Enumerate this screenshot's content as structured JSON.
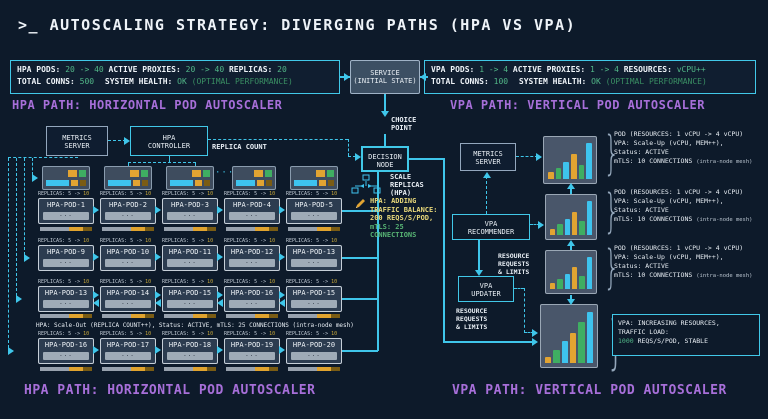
{
  "title": ">_ AUTOSCALING STRATEGY: DIVERGING PATHS (HPA VS VPA)",
  "colors": {
    "accent_cyan": "#3fc6ea",
    "purple": "#a76fd9",
    "green": "#52b788",
    "orange": "#e2a432",
    "yellow": "#e8d87a"
  },
  "headers": {
    "hpa_top": "HPA PATH: HORIZONTAL POD AUTOSCALER",
    "vpa_top": "VPA PATH: VERTICAL POD AUTOSCALER",
    "hpa_bottom": "HPA PATH: HORIZONTAL POD AUTOSCALER",
    "vpa_bottom": "VPA PATH: VERTICAL POD AUTOSCALER"
  },
  "hpa_status": {
    "pods_label": "HPA PODS:",
    "pods_value": "20 -> 40",
    "proxies_label": "ACTIVE PROXIES:",
    "proxies_value": "20 -> 40",
    "replicas_label": "REPLICAS:",
    "replicas_value": "20",
    "conns_label": "TOTAL CONNS:",
    "conns_value": "500",
    "health_label": "SYSTEM HEALTH:",
    "health_value": "OK",
    "health_note": "(OPTIMAL PERFORMANCE)"
  },
  "vpa_status": {
    "pods_label": "VPA PODS:",
    "pods_value": "1 -> 4",
    "proxies_label": "ACTIVE PROXIES:",
    "proxies_value": "1 -> 4",
    "resources_label": "RESOURCES:",
    "resources_value": "vCPU++",
    "conns_label": "TOTAL CONNS:",
    "conns_value": "100",
    "health_label": "SYSTEM HEALTH:",
    "health_value": "OK",
    "health_note": "(OPTIMAL PERFORMANCE)"
  },
  "service_box": {
    "l1": "SERVICE",
    "l2": "(INITIAL STATE)"
  },
  "hpa_flow": {
    "metrics_l1": "METRICS",
    "metrics_l2": "SERVER",
    "controller_l1": "HPA",
    "controller_l2": "CONTROLLER",
    "replica_count": "REPLICA COUNT"
  },
  "center": {
    "choice_l1": "CHOICE",
    "choice_l2": "POINT",
    "decision_l1": "DECISION",
    "decision_l2": "NODE",
    "scale_l1": "SCALE",
    "scale_l2": "REPLICAS",
    "scale_l3": "(HPA)",
    "note_l1": "HPA: ADDING",
    "note_l2": "TRAFFIC BALANCE:",
    "note_l3": "200 REQS/S/POD,",
    "note_l4": "mTLS: 25",
    "note_l5": "CONNECTIONS"
  },
  "hpa_grid": {
    "replicas_prefix": "REPLICAS: 5 ->",
    "replicas_value": "10",
    "dots": "...",
    "ellipsis": "···",
    "summary": "HPA: Scale-Out (REPLICA COUNT++), Status: ACTIVE, mTLS: 25 CONNECTIONS (intra-node mesh)",
    "rows": [
      [
        "HPA-POD-1",
        "HPA-POD-2",
        "HPA-POD-3",
        "HPA-POD-4",
        "HPA-POD-5"
      ],
      [
        "HPA-POD-9",
        "HPA-POD-10",
        "HPA-POD-11",
        "HPA-POD-12",
        "HPA-POD-13"
      ],
      [
        "HPA-POD-13",
        "HPA-POD-14",
        "HPA-POD-15",
        "HPA-POD-16",
        "HPA-POD-15"
      ],
      [
        "HPA-POD-16",
        "HPA-POD-17",
        "HPA-POD-18",
        "HPA-POD-19",
        "HPA-POD-20"
      ]
    ]
  },
  "vpa_flow": {
    "metrics_l1": "METRICS",
    "metrics_l2": "SERVER",
    "recommender_l1": "VPA",
    "recommender_l2": "RECOMMENDER",
    "updater_l1": "VPA",
    "updater_l2": "UPDATER",
    "resource_l1": "RESOURCE",
    "resource_l2": "REQUESTS",
    "resource_l3": "& LIMITS"
  },
  "vpa_pod_info": {
    "l1": "POD (RESOURCES: 1 vCPU -> 4 vCPU)",
    "l2": "VPA: Scale-Up (vCPU, MEM++),",
    "l3": "Status: ACTIVE",
    "l4": "mTLS: 10 CONNECTIONS",
    "l4_note": "(intra-node mesh)"
  },
  "vpa_result_box": {
    "l1": "VPA: INCREASING RESOURCES,",
    "l2": "TRAFFIC LOAD:",
    "l3_value": "1000",
    "l3_rest": " REQS/S/POD, STABLE"
  },
  "bar_charts": {
    "small": [
      {
        "h": 18,
        "c": "#e2a432"
      },
      {
        "h": 30,
        "c": "#3fae62"
      },
      {
        "h": 45,
        "c": "#3ec3ee"
      },
      {
        "h": 65,
        "c": "#e2a432"
      },
      {
        "h": 38,
        "c": "#3fae62"
      },
      {
        "h": 95,
        "c": "#3ec3ee"
      }
    ],
    "large": [
      {
        "h": 12,
        "c": "#e2a432"
      },
      {
        "h": 24,
        "c": "#3fae62"
      },
      {
        "h": 40,
        "c": "#3ec3ee"
      },
      {
        "h": 56,
        "c": "#e2a432"
      },
      {
        "h": 76,
        "c": "#3fae62"
      },
      {
        "h": 95,
        "c": "#3ec3ee"
      }
    ]
  }
}
